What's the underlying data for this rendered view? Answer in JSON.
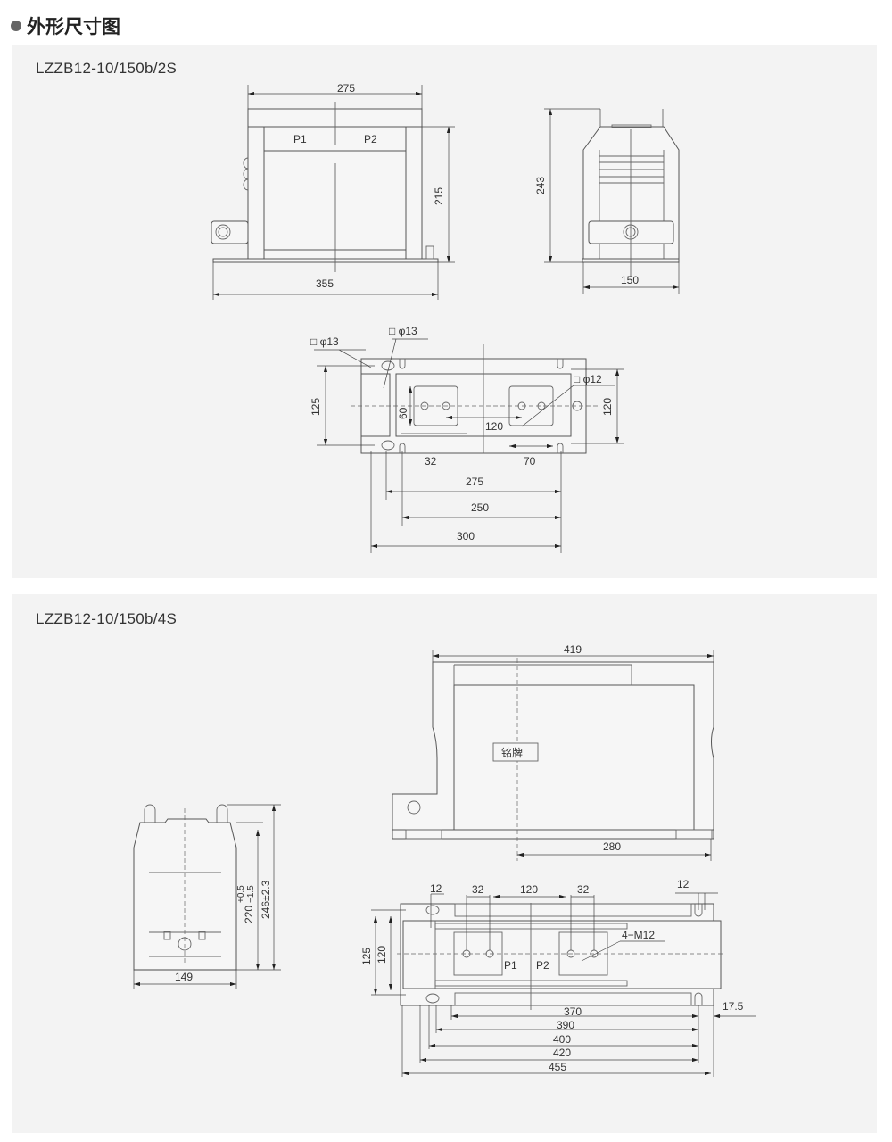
{
  "header": {
    "title": "外形尺寸图"
  },
  "panel1": {
    "model": "LZZB12-10/150b/2S",
    "front": {
      "w275": "275",
      "h215": "215",
      "w355": "355",
      "p1": "P1",
      "p2": "P2"
    },
    "side": {
      "h243": "243",
      "w150": "150"
    },
    "plan": {
      "phi13a": "□ φ13",
      "phi13b": "□ φ13",
      "phi12": "□ φ12",
      "h125": "125",
      "h120": "120",
      "h60": "60",
      "d32": "32",
      "d120": "120",
      "d70": "70",
      "d275": "275",
      "d250": "250",
      "d300": "300"
    }
  },
  "panel2": {
    "model": "LZZB12-10/150b/4S",
    "side": {
      "w419": "419",
      "nameplate": "铭牌",
      "w280": "280"
    },
    "end": {
      "h220": "220",
      "tol_plus": "+0.5",
      "tol_minus": "−1.5",
      "h246": "246±2.3",
      "w149": "149"
    },
    "plan": {
      "d12a": "12",
      "d12b": "12",
      "d32a": "32",
      "d120": "120",
      "d32b": "32",
      "m12": "4−M12",
      "p1": "P1",
      "p2": "P2",
      "h125": "125",
      "h120": "120",
      "d17_5": "17.5",
      "d370": "370",
      "d390": "390",
      "d400": "400",
      "d420": "420",
      "d455": "455"
    }
  }
}
